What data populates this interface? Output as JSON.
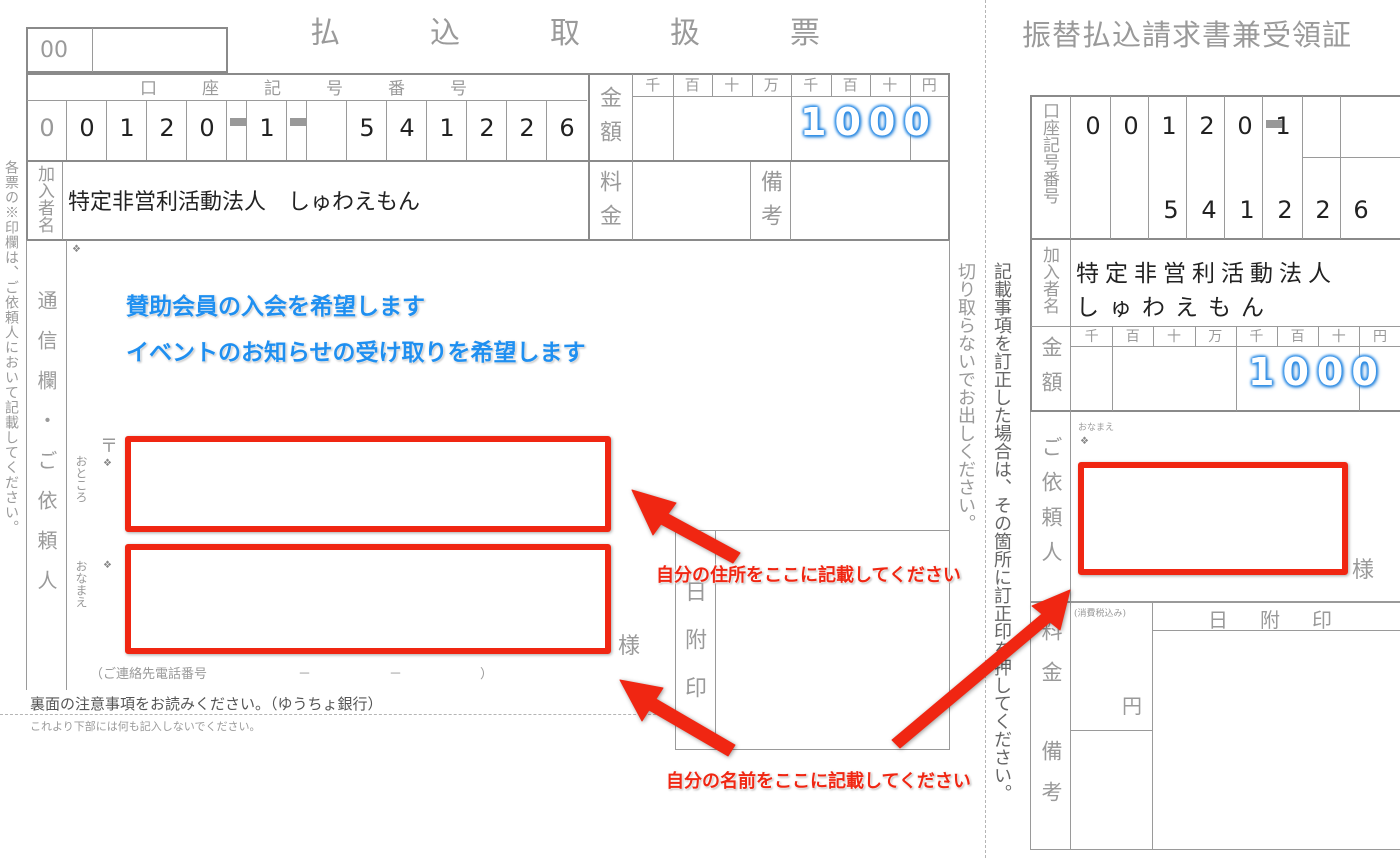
{
  "left_form": {
    "title": "払　込　取　扱　票",
    "code_prefix": "00",
    "account_header": "口　座　記　号　番　号",
    "account_digits": [
      "0",
      "0",
      "1",
      "2",
      "0",
      "1",
      "5",
      "4",
      "1",
      "2",
      "2",
      "6"
    ],
    "amount_label": "金額",
    "amount_units": [
      "千",
      "百",
      "十",
      "万",
      "千",
      "百",
      "十",
      "円"
    ],
    "amount_value": "1000",
    "fee_label": "料金",
    "remarks_label": "備考",
    "subscriber_label": "加入者名",
    "subscriber_name": "特定非営利活動法人　しゅわえもん",
    "message_label": "通信欄・ご依頼人",
    "message_lines": [
      "賛助会員の入会を希望します",
      "イベントのお知らせの受け取りを希望します"
    ],
    "postal_mark": "〒",
    "address_label": "おところ",
    "name_label": "おなまえ",
    "sama": "様",
    "phone_note": "（ご連絡先電話番号　　　　　　　－　　　　　　－　　　　　　）",
    "date_stamp_label": "日附印",
    "side_note": "各票の※印欄は、ご依頼人において記載してください。",
    "footer_line1": "裏面の注意事項をお読みください。（ゆうちょ銀行）",
    "footer_line2": "これより下部には何も記入しないでください。"
  },
  "cut_note": "切り取らないでお出しください。",
  "correction_note": "記載事項を訂正した場合は、その箇所に訂正印を押してください。",
  "right_form": {
    "title": "振替払込請求書兼受領証",
    "account_label": "口座記号番号",
    "account_row1": [
      "0",
      "0",
      "1",
      "2",
      "0",
      "1"
    ],
    "account_row2": [
      "5",
      "4",
      "1",
      "2",
      "2",
      "6"
    ],
    "subscriber_label": "加入者名",
    "subscriber_line1": "特定非営利活動法人",
    "subscriber_line2": "しゅわえもん",
    "amount_label": "金額",
    "amount_units": [
      "千",
      "百",
      "十",
      "万",
      "千",
      "百",
      "十",
      "円"
    ],
    "amount_value": "1000",
    "requester_label": "ご依頼人",
    "name_small": "おなまえ",
    "sama": "様",
    "fee_label": "料金",
    "tax_note": "(消費税込み)",
    "yen": "円",
    "remarks_label": "備考",
    "date_stamp_label": "日　附　印"
  },
  "annotations": {
    "address_instruction": "自分の住所をここに記載してください",
    "name_instruction": "自分の名前をここに記載してください"
  },
  "colors": {
    "highlight_red": "#f02612",
    "note_blue": "#1f8ff0",
    "form_gray": "#8a8a8a"
  }
}
